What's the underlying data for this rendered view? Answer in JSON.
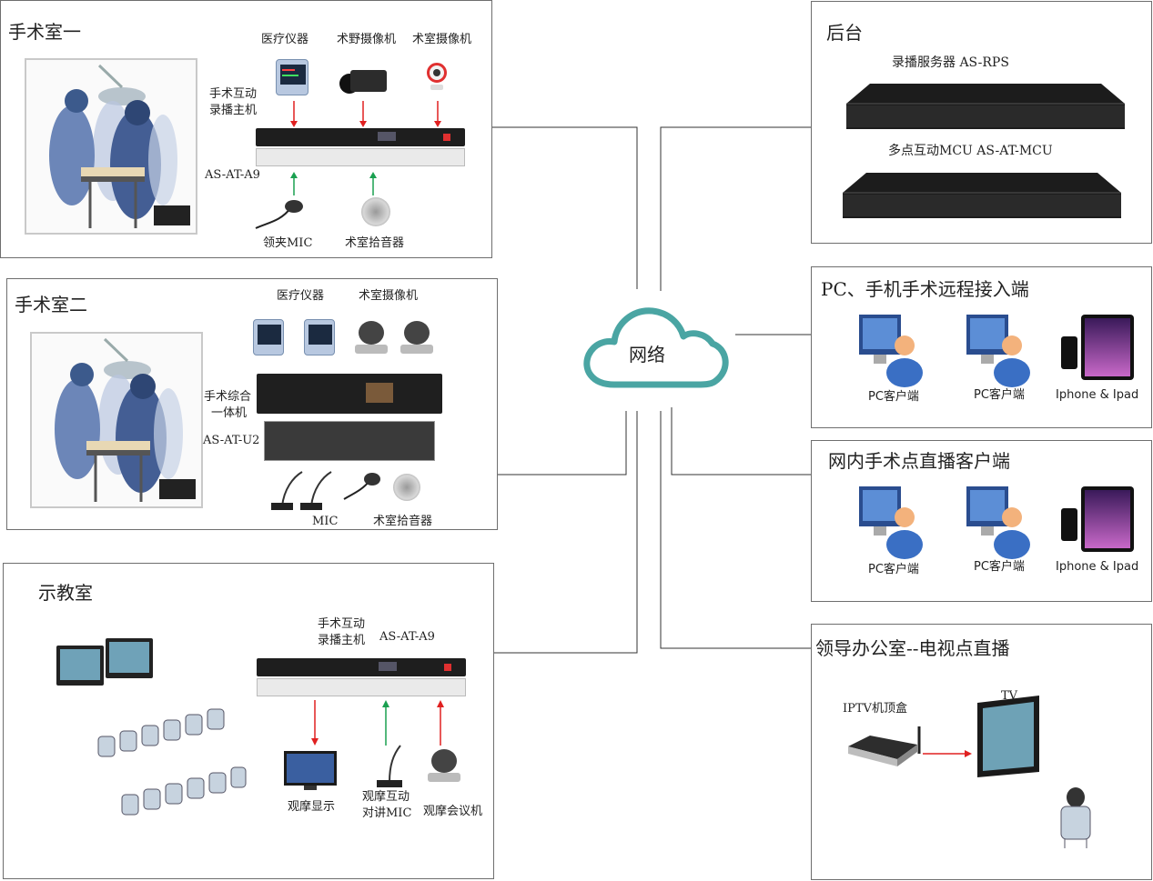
{
  "network": {
    "label": "网络",
    "cloud_color": "#4aa5a3"
  },
  "or1": {
    "title": "手术室一",
    "devices": {
      "medical": "医疗仪器",
      "field_cam": "术野摄像机",
      "room_cam": "术室摄像机"
    },
    "host_label": [
      "手术互动",
      "录播主机"
    ],
    "model": "AS-AT-A9",
    "mic": "领夹MIC",
    "pickup": "术室拾音器"
  },
  "or2": {
    "title": "手术室二",
    "devices": {
      "medical": "医疗仪器",
      "room_cam": "术室摄像机"
    },
    "host_label": [
      "手术综合",
      "一体机"
    ],
    "model": "AS-AT-U2",
    "mic": "MIC",
    "pickup": "术室拾音器"
  },
  "classroom": {
    "title": "示教室",
    "host_label": [
      "手术互动",
      "录播主机"
    ],
    "model": "AS-AT-A9",
    "display": "观摩显示",
    "talk_mic": [
      "观摩互动",
      "对讲MIC"
    ],
    "conf_cam": "观摩会议机"
  },
  "backend": {
    "title": "后台",
    "server1": "录播服务器 AS-RPS",
    "server2": "多点互动MCU AS-AT-MCU"
  },
  "remote": {
    "title": "PC、手机手术远程接入端",
    "clients": [
      "PC客户端",
      "PC客户端",
      "Iphone & Ipad"
    ]
  },
  "intranet": {
    "title": "网内手术点直播客户端",
    "clients": [
      "PC客户端",
      "PC客户端",
      "Iphone & Ipad"
    ]
  },
  "office": {
    "title": "领导办公室--电视点直播",
    "stb": "IPTV机顶盒",
    "tv": "TV"
  },
  "colors": {
    "arrow_red": "#e02020",
    "arrow_green": "#1aa050",
    "border": "#6e6e6e",
    "line": "#333333"
  }
}
